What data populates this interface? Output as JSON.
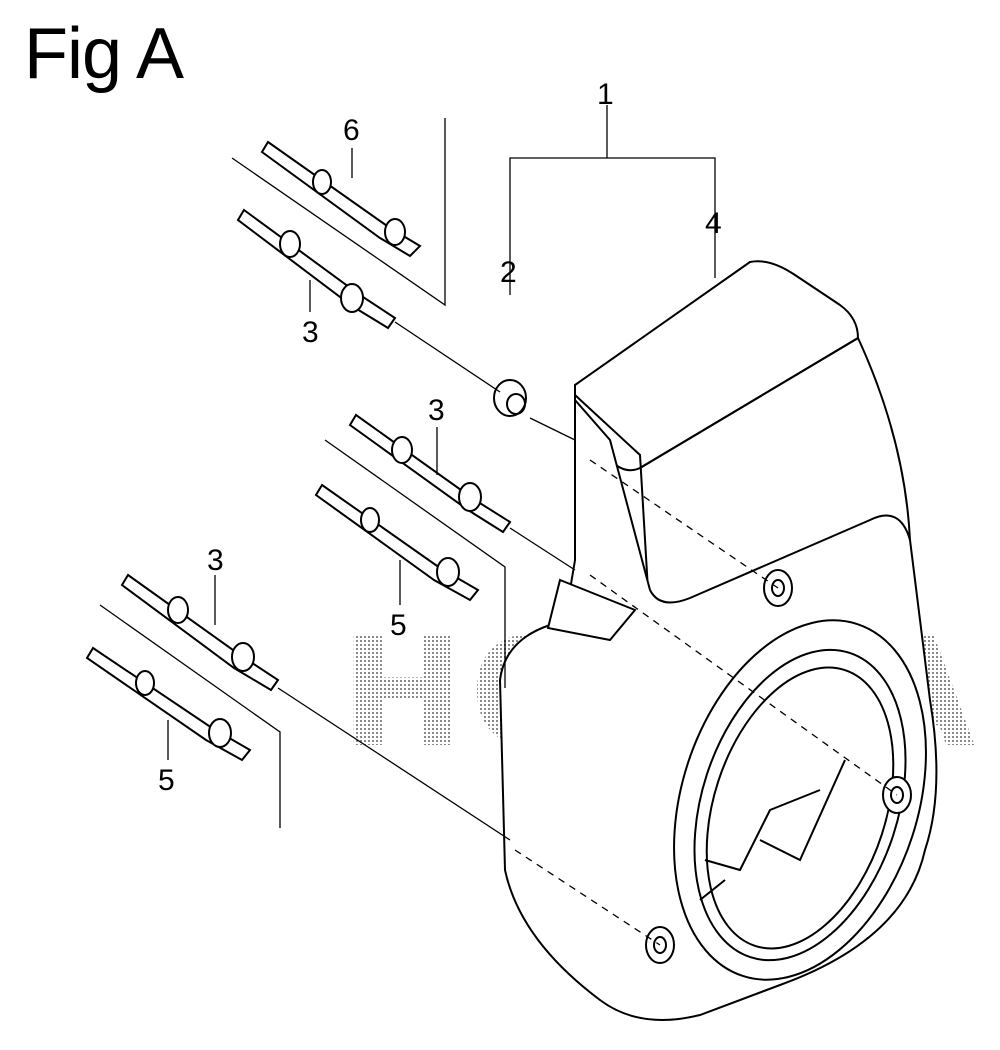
{
  "title": "Fig A",
  "watermark": "HONDA",
  "callouts": {
    "c1": "1",
    "c2": "2",
    "c3a": "3",
    "c3b": "3",
    "c3c": "3",
    "c4": "4",
    "c5a": "5",
    "c5b": "5",
    "c6": "6"
  }
}
